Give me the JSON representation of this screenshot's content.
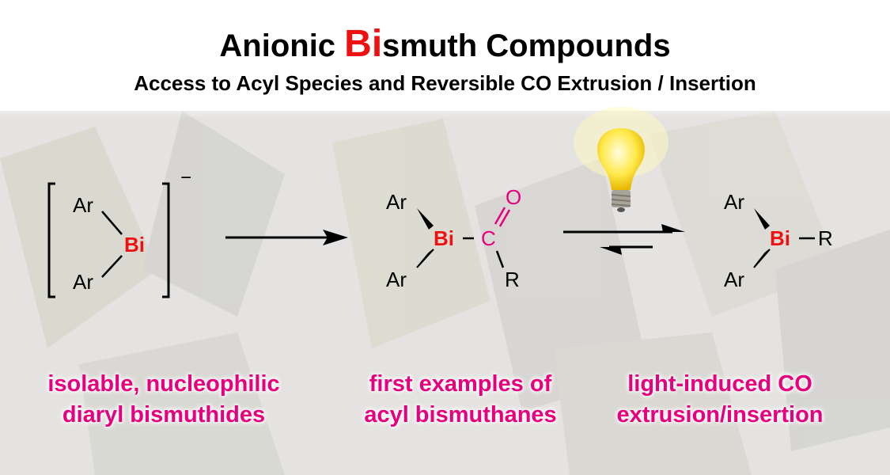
{
  "title": {
    "part1": "Anionic ",
    "highlight": "Bi",
    "part2": "smuth Compounds"
  },
  "subtitle": "Access to Acyl Species and Reversible CO Extrusion / Insertion",
  "colors": {
    "red": "#ee1111",
    "magenta": "#e6007e",
    "black": "#000000"
  },
  "scheme": {
    "compound1": {
      "ar_top": "Ar",
      "bi": "Bi",
      "ar_bottom": "Ar",
      "charge": "−"
    },
    "compound2": {
      "ar_top": "Ar",
      "bi": "Bi",
      "c": "C",
      "o": "O",
      "r": "R",
      "ar_bottom": "Ar"
    },
    "compound3": {
      "ar_top": "Ar",
      "bi": "Bi",
      "r": "R",
      "ar_bottom": "Ar"
    },
    "icons": [
      "light-bulb-icon",
      "reaction-arrow",
      "equilibrium-arrows"
    ]
  },
  "labels": [
    {
      "line1": "isolable, nucleophilic",
      "line2": "diaryl bismuthides"
    },
    {
      "line1": "first examples of",
      "line2": "acyl bismuthanes"
    },
    {
      "line1": "light-induced CO",
      "line2": "extrusion/insertion"
    }
  ]
}
